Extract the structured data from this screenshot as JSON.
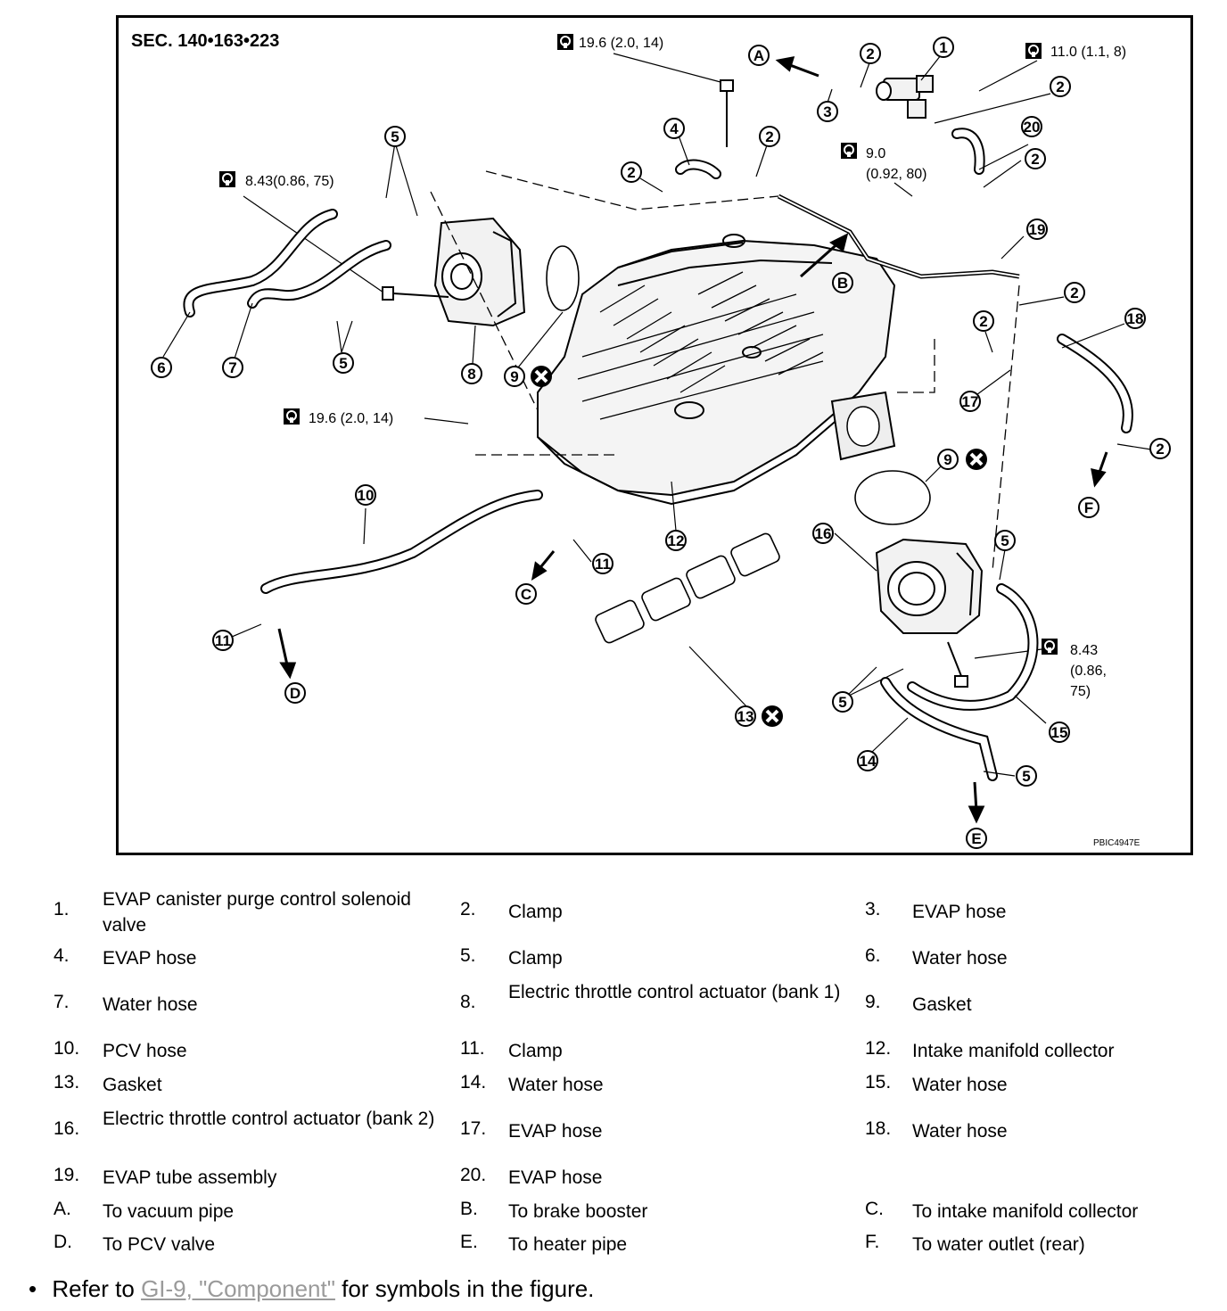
{
  "figure": {
    "section_label": "SEC. 140•163•223",
    "figure_code": "PBIC4947E",
    "torques": {
      "t_top": "19.6 (2.0, 14)",
      "t_sol": "11.0 (1.1, 8)",
      "t_mid_a": "9.0",
      "t_mid_b": "(0.92, 80)",
      "t_left": "8.43(0.86, 75)",
      "t_bolt": "19.6 (2.0, 14)",
      "t_right_a": "8.43",
      "t_right_b": "(0.86,",
      "t_right_c": "75)"
    },
    "callouts": [
      "1",
      "2",
      "3",
      "4",
      "5",
      "6",
      "7",
      "8",
      "9",
      "10",
      "11",
      "12",
      "13",
      "14",
      "15",
      "16",
      "17",
      "18",
      "19",
      "20"
    ],
    "letters": [
      "A",
      "B",
      "C",
      "D",
      "E",
      "F"
    ]
  },
  "legend": [
    [
      {
        "n": "1.",
        "t": "EVAP canister purge control solenoid valve"
      },
      {
        "n": "2.",
        "t": "Clamp"
      },
      {
        "n": "3.",
        "t": "EVAP hose"
      }
    ],
    [
      {
        "n": "4.",
        "t": "EVAP hose"
      },
      {
        "n": "5.",
        "t": "Clamp"
      },
      {
        "n": "6.",
        "t": "Water hose"
      }
    ],
    [
      {
        "n": "7.",
        "t": "Water hose"
      },
      {
        "n": "8.",
        "t": "Electric throttle control actuator (bank 1)"
      },
      {
        "n": "9.",
        "t": "Gasket"
      }
    ],
    [
      {
        "n": "10.",
        "t": "PCV hose"
      },
      {
        "n": "11.",
        "t": "Clamp"
      },
      {
        "n": "12.",
        "t": "Intake manifold collector"
      }
    ],
    [
      {
        "n": "13.",
        "t": "Gasket"
      },
      {
        "n": "14.",
        "t": "Water hose"
      },
      {
        "n": "15.",
        "t": "Water hose"
      }
    ],
    [
      {
        "n": "16.",
        "t": "Electric throttle control actuator (bank 2)"
      },
      {
        "n": "17.",
        "t": "EVAP hose"
      },
      {
        "n": "18.",
        "t": "Water hose"
      }
    ],
    [
      {
        "n": "19.",
        "t": "EVAP tube assembly"
      },
      {
        "n": "20.",
        "t": "EVAP hose"
      },
      {
        "n": "",
        "t": ""
      }
    ],
    [
      {
        "n": "A.",
        "t": "To vacuum pipe"
      },
      {
        "n": "B.",
        "t": "To brake booster"
      },
      {
        "n": "C.",
        "t": "To intake manifold collector"
      }
    ],
    [
      {
        "n": "D.",
        "t": "To PCV valve"
      },
      {
        "n": "E.",
        "t": "To heater pipe"
      },
      {
        "n": "F.",
        "t": "To water outlet (rear)"
      }
    ]
  ],
  "note": {
    "bullet": "•",
    "prefix": "Refer to ",
    "link": "GI-9, \"Component\"",
    "suffix": " for symbols in the figure."
  }
}
